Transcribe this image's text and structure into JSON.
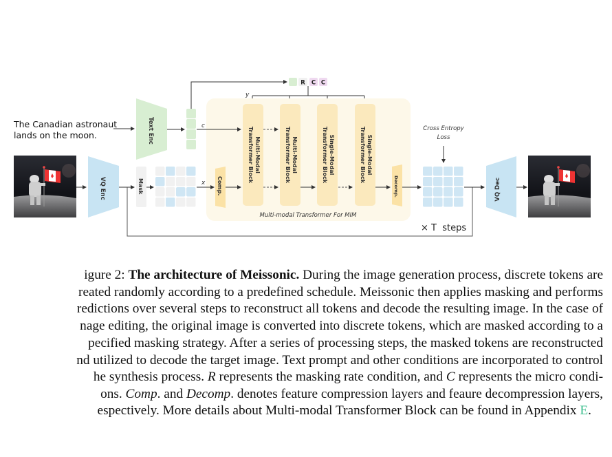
{
  "figure": {
    "prompt_lines": [
      "The Canadian astronaut",
      "lands on the moon."
    ],
    "text_encoder": "Text Enc",
    "vq_encoder": "VQ Enc",
    "vq_decoder": "VQ Dec",
    "mask": "Mask",
    "comp": "Comp.",
    "decomp": "Decomp.",
    "label_c": "c",
    "label_x": "x",
    "label_y": "y",
    "condition_tokens": [
      "R",
      "C",
      "C"
    ],
    "blocks": [
      [
        "Multi-Modal",
        "Transformer Block"
      ],
      [
        "Multi-Modal",
        "Transformer Block"
      ],
      [
        "Single-Modal",
        "Transformer Block"
      ],
      [
        "Single-Modal",
        "Transformer Block"
      ]
    ],
    "transformer_label": "Multi-modal Transformer For MIM",
    "loss_lines": [
      "Cross Entropy",
      "Loss"
    ],
    "steps_label": "× T  steps",
    "colors": {
      "text_enc": "#d8eed2",
      "vq": "#c8e4f3",
      "token_blue": "#cfe6f4",
      "token_grey": "#f1f1f1",
      "block": "#fbe9bd",
      "transformer_bg": "#fdf8e9",
      "cond_pink": "#efd9f0",
      "link": "#3fbf8f"
    }
  },
  "caption": {
    "lines": [
      "igure 2: ",
      "reated randomly according to a predefined schedule. Meissonic then applies masking and performs",
      "redictions over several steps to reconstruct all tokens and decode the resulting image. In the case of",
      "nage editing, the original image is converted into discrete tokens, which are masked according to a",
      "pecified masking strategy.  After a series of processing steps, the masked tokens are reconstructed",
      "nd utilized to decode the target image. Text prompt and other conditions are incorporated to control",
      "he synthesis process.  ",
      "ons.  ",
      "espectively. More details about Multi-modal Transformer Block can be found in Appendix "
    ],
    "title_bold": "The architecture of Meissonic.",
    "line1_rest": " During the image generation process, discrete tokens are",
    "line7_R": "R",
    "line7_mid": " represents the masking rate condition, and ",
    "line7_C": "C",
    "line7_rest": " represents the micro condi-",
    "line8_comp": "Comp",
    "line8_mid": ". and ",
    "line8_decomp": "Decomp",
    "line8_rest": ". denotes feature compression layers and feaure decompression layers,",
    "appendix_link": "E",
    "end": "."
  }
}
